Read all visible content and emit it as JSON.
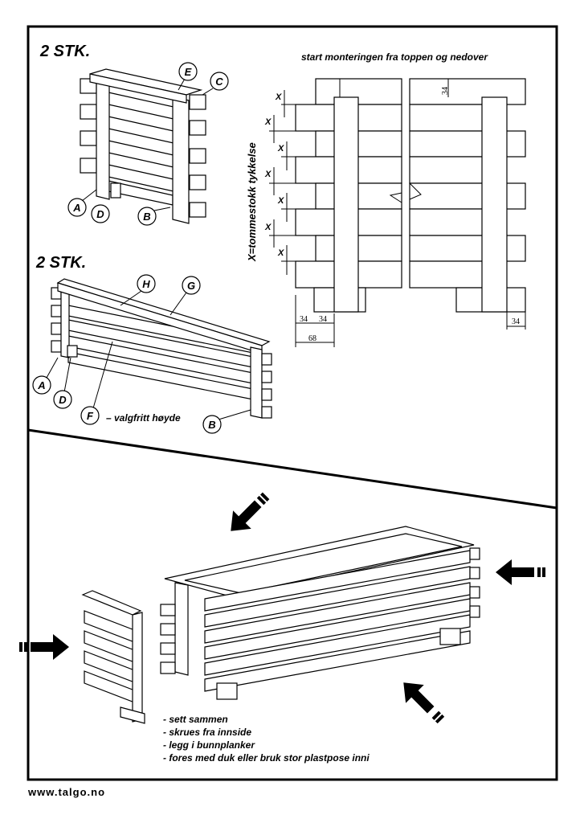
{
  "panel_short": {
    "qty": "2 STK.",
    "labels": [
      "A",
      "B",
      "C",
      "D",
      "E"
    ]
  },
  "panel_long": {
    "qty": "2 STK.",
    "labels": [
      "A",
      "B",
      "D",
      "F",
      "G",
      "H"
    ],
    "note": "– valgfritt høyde"
  },
  "elevation": {
    "title": "start monteringen fra toppen og nedover",
    "x_note": "X=tommestokk tykkelse",
    "x_mark": "X",
    "dims": {
      "top": "34",
      "left1": "34",
      "left2": "34",
      "left_total": "68",
      "right": "34"
    }
  },
  "assembly": {
    "steps": [
      "- sett sammen",
      "- skrues fra innside",
      "- legg i bunnplanker",
      "- fores med duk eller bruk stor plastpose inni"
    ]
  },
  "footer": {
    "url": "www.talgo.no"
  }
}
